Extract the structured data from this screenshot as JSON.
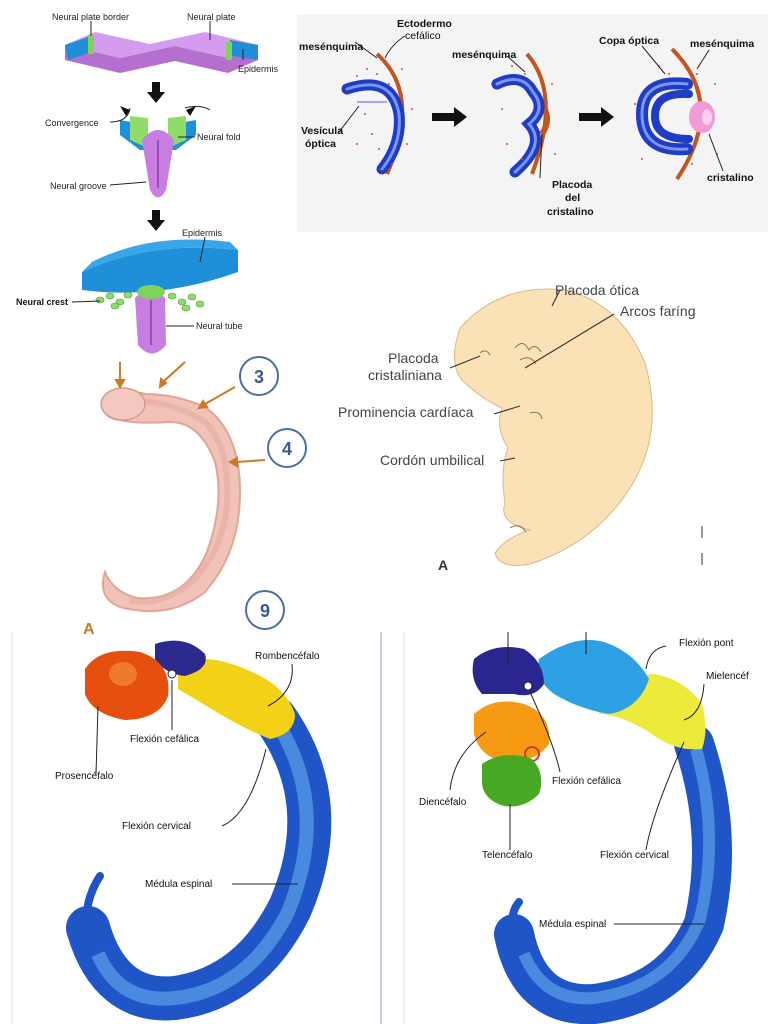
{
  "neurulation": {
    "neural_plate_border": "Neural plate border",
    "neural_plate": "Neural plate",
    "epidermis_top": "Epidermis",
    "convergence": "Convergence",
    "neural_fold": "Neural fold",
    "neural_groove": "Neural groove",
    "epidermis_bottom": "Epidermis",
    "neural_crest": "Neural crest",
    "neural_tube": "Neural tube",
    "colors": {
      "plate": "#c77ee0",
      "epidermis": "#1e8fd8",
      "border": "#7fd35a"
    }
  },
  "optic": {
    "ectodermo_line1": "Ectodermo",
    "ectodermo_line2": "cefálico",
    "mesenquima_1": "mesénquima",
    "mesenquima_2": "mesénquima",
    "mesenquima_3": "mesénquima",
    "vesicula_line1": "Vesícula",
    "vesicula_line2": "óptica",
    "copa_optica": "Copa óptica",
    "placoda_line1": "Placoda",
    "placoda_line2": "del",
    "placoda_line3": "cristalino",
    "cristalino": "cristalino"
  },
  "embryo_photo": {
    "circle_3": "3",
    "circle_4": "4",
    "circle_9": "9",
    "panel_letter": "A"
  },
  "embryo_sketch": {
    "placoda_otica": "Placoda ótica",
    "arcos_faring": "Arcos faríng",
    "placoda_line1": "Placoda",
    "placoda_line2": "cristaliniana",
    "prominencia": "Prominencia cardíaca",
    "cordon": "Cordón umbilical",
    "panel_letter": "A"
  },
  "brain_left": {
    "rombencefalo": "Rombencéfalo",
    "flexion_cefalica": "Flexión cefálica",
    "prosencefalo": "Prosencéfalo",
    "flexion_cervical": "Flexión cervical",
    "medula_espinal": "Médula espinal"
  },
  "brain_right": {
    "flexion_pont": "Flexión pont",
    "mielencef": "Mielencéf",
    "flexion_cefalica": "Flexión cefálica",
    "diencefalo": "Diencéfalo",
    "telencefalo": "Telencéfalo",
    "flexion_cervical": "Flexión cervical",
    "medula_espinal": "Médula espinal"
  }
}
